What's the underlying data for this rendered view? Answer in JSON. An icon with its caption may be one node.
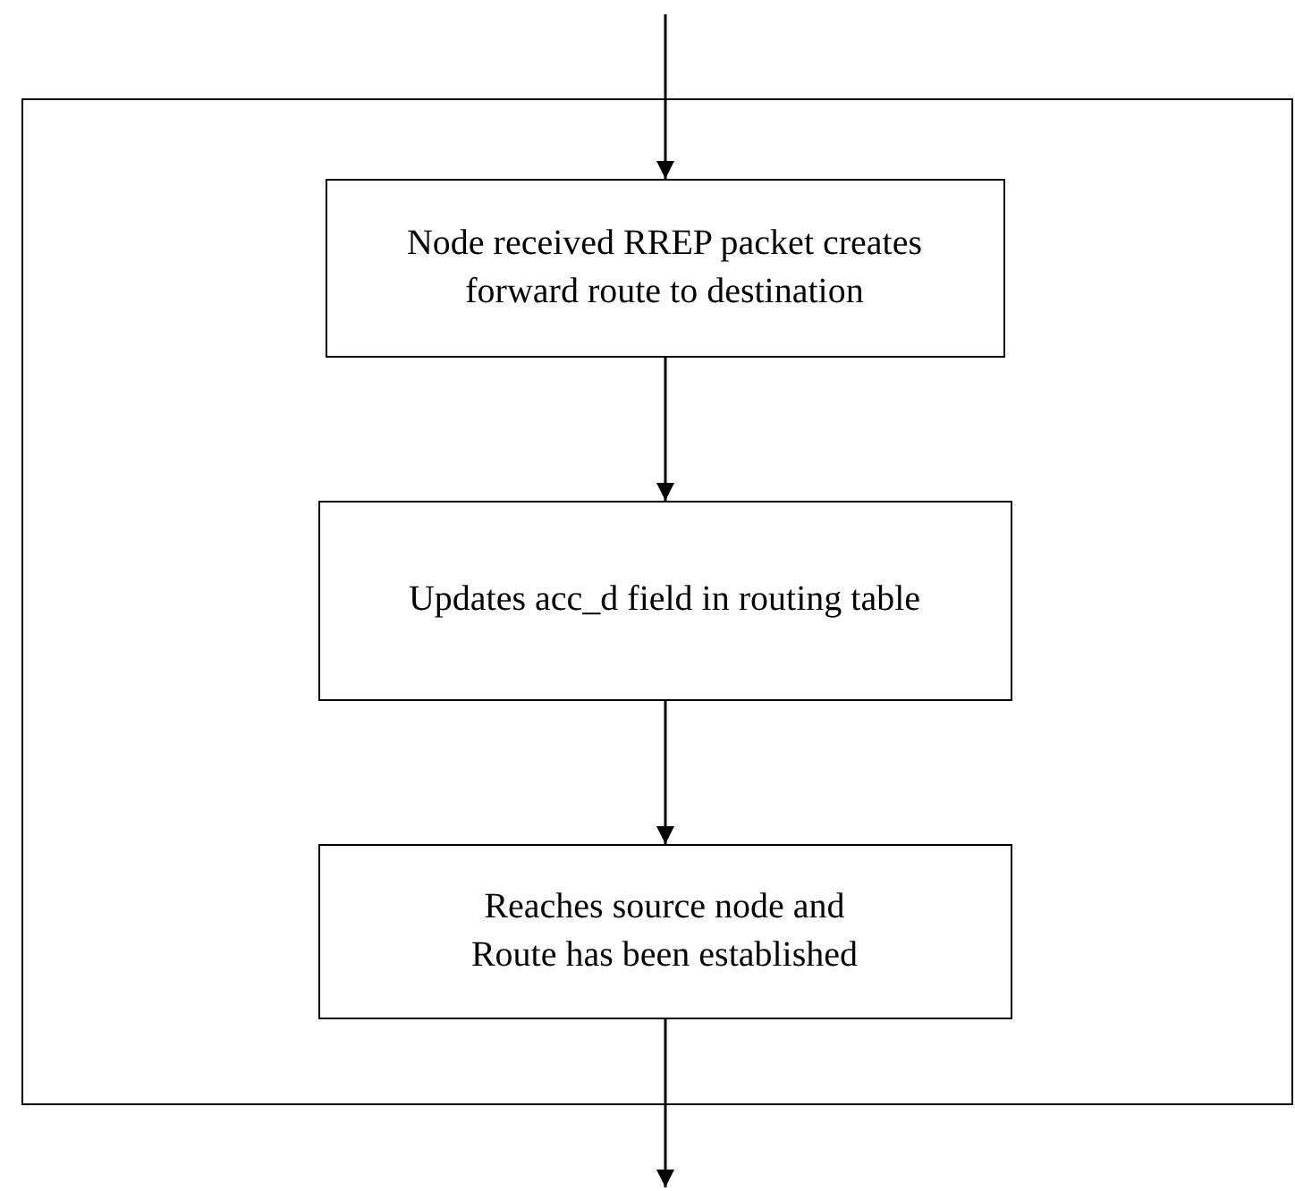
{
  "diagram": {
    "nodes": [
      {
        "text": [],
        "shape": "box"
      },
      {
        "text": [
          "Node received RREP packet creates forward route to destination"
        ],
        "in": 0
      },
      {
        "text": [
          "Updates acc_d field in routing table"
        ],
        "in": 0
      },
      {
        "text": [
          "Reaches source node and Route has been established"
        ],
        "in": 0
      }
    ],
    "edges": [
      {
        "from": null,
        "to": 1,
        "arrow": "to"
      },
      {
        "from": 1,
        "to": 2,
        "arrow": "to"
      },
      {
        "from": 2,
        "to": 3,
        "arrow": "to"
      },
      {
        "from": 3,
        "to": null,
        "arrow": "to"
      }
    ]
  }
}
